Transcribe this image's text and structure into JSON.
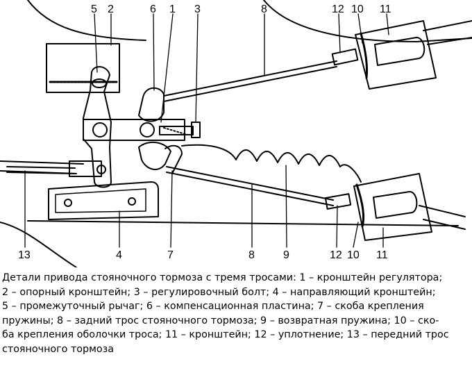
{
  "figure": {
    "callouts": [
      "5",
      "2",
      "6",
      "1",
      "3",
      "8",
      "12",
      "10",
      "11",
      "13",
      "4",
      "7",
      "8",
      "9",
      "12",
      "10",
      "11"
    ]
  },
  "caption": {
    "lines": [
      "Детали привода стояночного тормоза с тремя тросами: 1 – кронштейн регулятора;",
      "2 – опорный кронштейн; 3 – регулировочный болт;  4 – направляющий кронштейн;",
      "5 – промежуточный рычаг; 6 – компенсационная пластина; 7 – скоба крепления",
      "пружины;    8 – задний трос стояночного тормоза; 9 – возвратная пружина; 10 – ско-",
      "ба крепления оболочки троса; 11 – кронштейн; 12 – уплотнение; 13 – передний трос",
      "стояночного тормоза"
    ]
  }
}
